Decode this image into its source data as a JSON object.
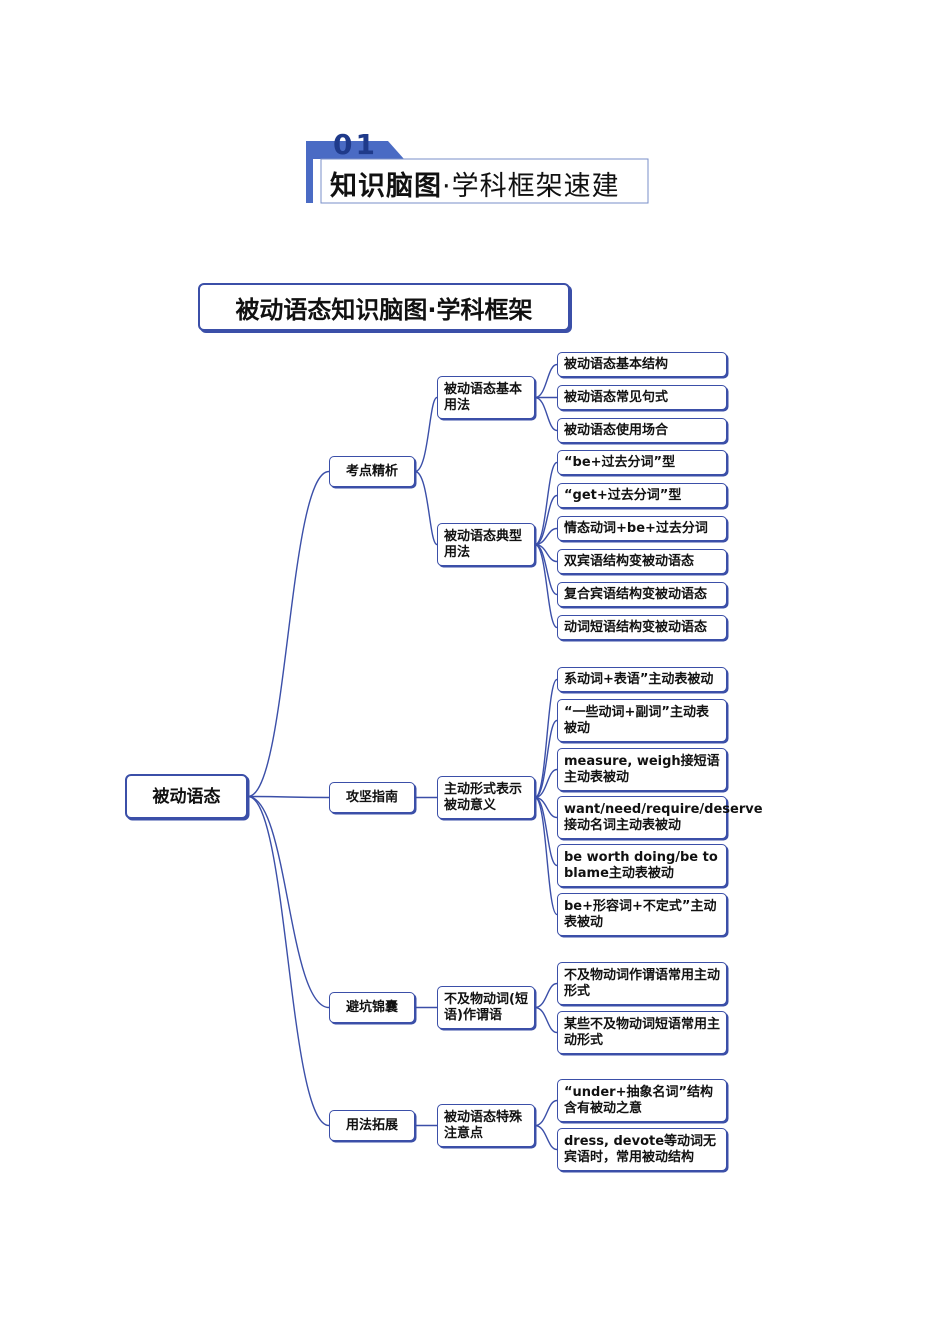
{
  "header": {
    "number": "01",
    "title_strong": "知识脑图",
    "title_rest": "·学科框架速建"
  },
  "map_title": "被动语态知识脑图·学科框架",
  "colors": {
    "line": "#3b4fa8",
    "banner": "#4a6bc4",
    "node_border": "#3b4fa8"
  },
  "mindmap": {
    "root": "被动语态",
    "branches": [
      {
        "label": "考点精析",
        "groups": [
          {
            "label": "被动语态基本用法",
            "items": [
              "被动语态基本结构",
              "被动语态常见句式",
              "被动语态使用场合"
            ]
          },
          {
            "label": "被动语态典型用法",
            "items": [
              "“be+过去分词”型",
              "“get+过去分词”型",
              "情态动词+be+过去分词",
              "双宾语结构变被动语态",
              "复合宾语结构变被动语态",
              "动词短语结构变被动语态"
            ]
          }
        ]
      },
      {
        "label": "攻坚指南",
        "groups": [
          {
            "label": "主动形式表示被动意义",
            "items": [
              "系动词+表语”主动表被动",
              "“一些动词+副词”主动表被动",
              "measure, weigh接短语主动表被动",
              "want/need/require/deserve接动名词主动表被动",
              "be worth doing/be to blame主动表被动",
              "be+形容词+不定式”主动表被动"
            ]
          }
        ]
      },
      {
        "label": "避坑锦囊",
        "groups": [
          {
            "label": "不及物动词(短语)作谓语",
            "items": [
              "不及物动词作谓语常用主动形式",
              "某些不及物动词短语常用主动形式"
            ]
          }
        ]
      },
      {
        "label": "用法拓展",
        "groups": [
          {
            "label": "被动语态特殊注意点",
            "items": [
              "“under+抽象名词”结构含有被动之意",
              "dress, devote等动词无宾语时，常用被动结构"
            ]
          }
        ]
      }
    ]
  }
}
